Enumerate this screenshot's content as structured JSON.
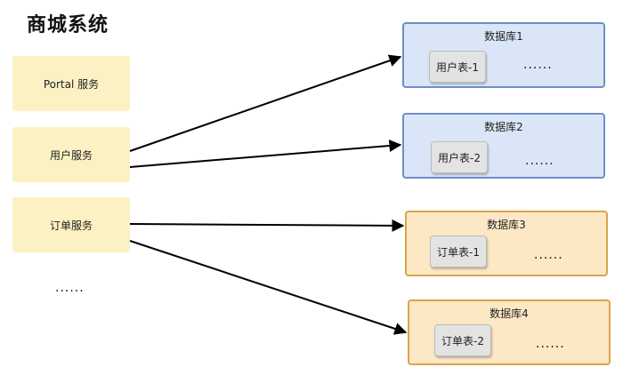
{
  "title": "商城系统",
  "services": [
    {
      "label": "Portal 服务"
    },
    {
      "label": "用户服务"
    },
    {
      "label": "订单服务"
    }
  ],
  "services_more": "......",
  "databases": [
    {
      "name": "数据库1",
      "table": "用户表-1",
      "more": "......",
      "theme": "blue"
    },
    {
      "name": "数据库2",
      "table": "用户表-2",
      "more": "......",
      "theme": "blue"
    },
    {
      "name": "数据库3",
      "table": "订单表-1",
      "more": "......",
      "theme": "orange"
    },
    {
      "name": "数据库4",
      "table": "订单表-2",
      "more": "......",
      "theme": "orange"
    }
  ],
  "colors": {
    "service_fill": "#fcf1c3",
    "db_blue_fill": "#dae6f7",
    "db_blue_border": "#6d8fc7",
    "db_orange_fill": "#fde8c5",
    "db_orange_border": "#d9a44c",
    "arrow": "#000000"
  }
}
